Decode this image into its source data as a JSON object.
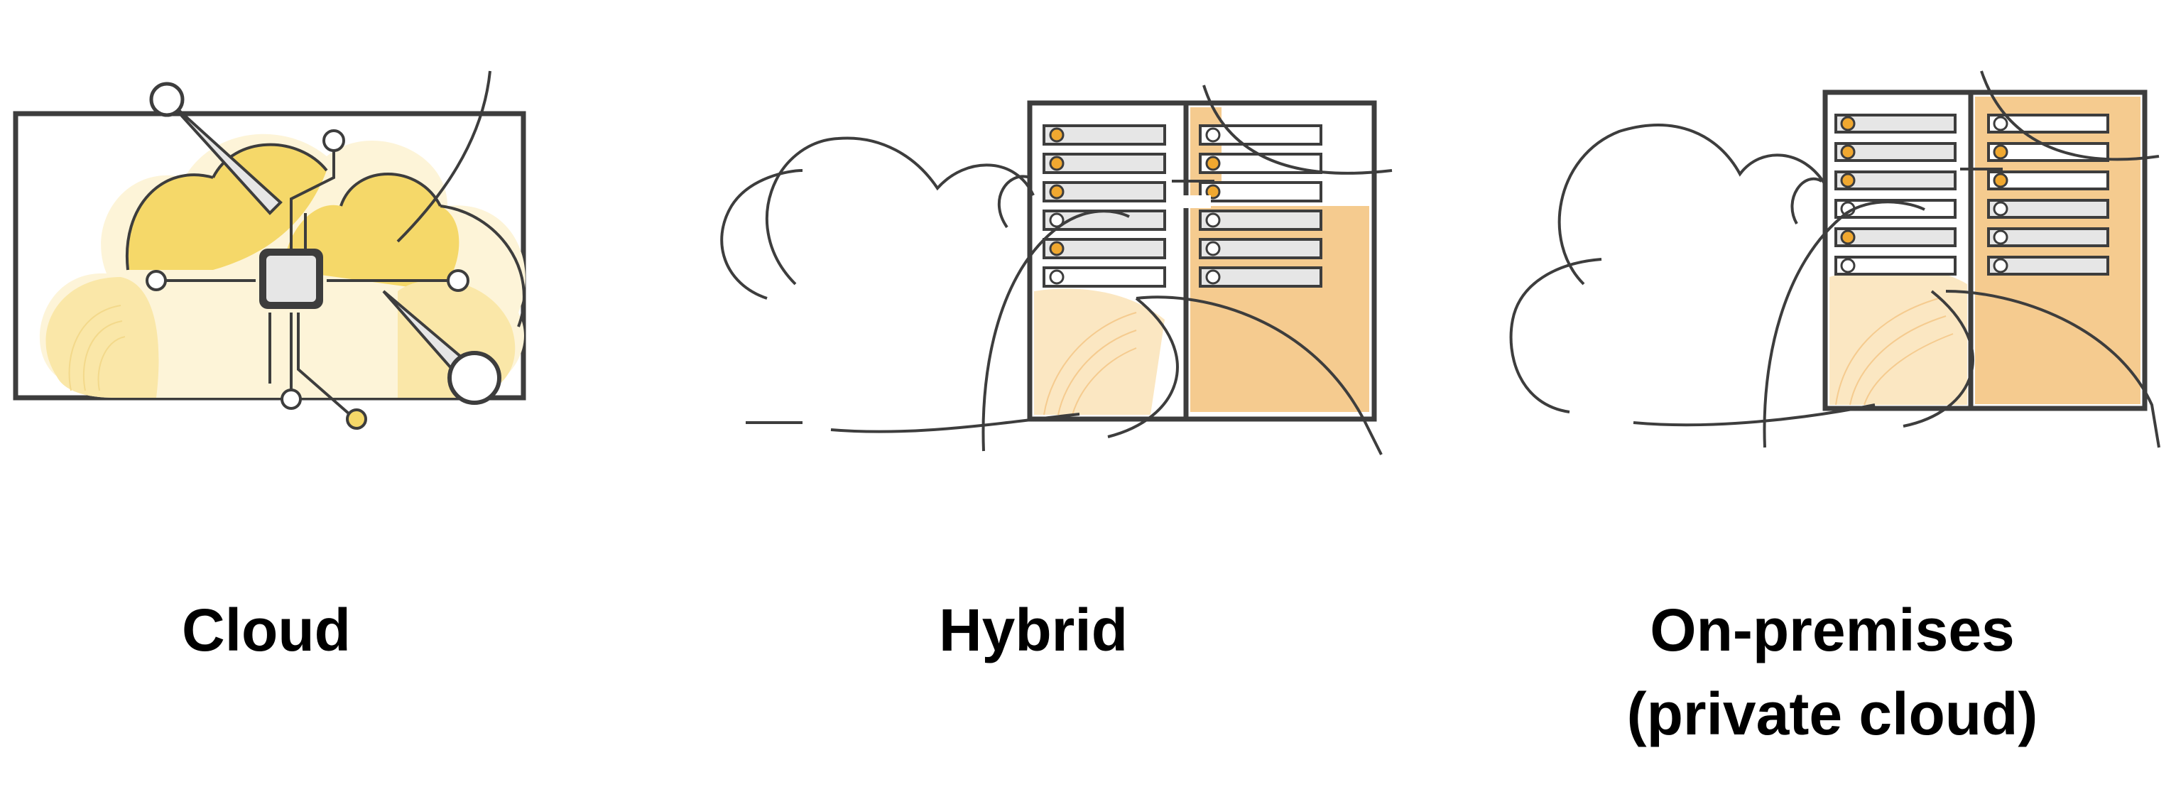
{
  "panels": [
    {
      "label_lines": [
        "Cloud"
      ],
      "icon": "cloud-network-icon"
    },
    {
      "label_lines": [
        "Hybrid"
      ],
      "icon": "hybrid-cloud-server-icon"
    },
    {
      "label_lines": [
        "On-premises",
        "(private cloud)"
      ],
      "icon": "on-premises-server-icon"
    }
  ],
  "colors": {
    "line": "#3d3d3d",
    "yellow": "#f5d869",
    "light_yellow": "#fdf4d8",
    "orange": "#f5cb8f",
    "dot_orange": "#f0a830",
    "slot_gray": "#e6e6e6"
  }
}
